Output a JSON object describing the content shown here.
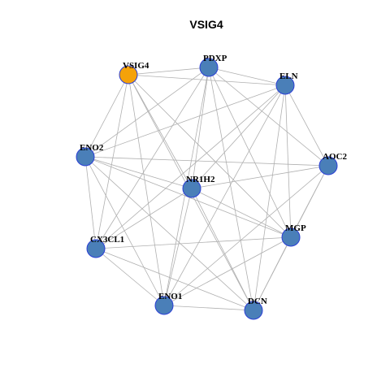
{
  "title": "VSIG4",
  "colors": {
    "highlight_node": "#f5a20a",
    "default_node": "#4a7fb8",
    "node_border": "#2b3fd6",
    "edge": "#b0b0b0"
  },
  "nodes": [
    {
      "id": "VSIG4",
      "label": "VSIG4",
      "highlight": true
    },
    {
      "id": "PDXP",
      "label": "PDXP",
      "highlight": false
    },
    {
      "id": "ELN",
      "label": "ELN",
      "highlight": false
    },
    {
      "id": "AOC2",
      "label": "AOC2",
      "highlight": false
    },
    {
      "id": "MGP",
      "label": "MGP",
      "highlight": false
    },
    {
      "id": "DCN",
      "label": "DCN",
      "highlight": false
    },
    {
      "id": "ENO1",
      "label": "ENO1",
      "highlight": false
    },
    {
      "id": "CX3CL1",
      "label": "CX3CL1",
      "highlight": false
    },
    {
      "id": "ENO2",
      "label": "ENO2",
      "highlight": false
    },
    {
      "id": "NR1H2",
      "label": "NR1H2",
      "highlight": false
    }
  ],
  "edges": [
    [
      "VSIG4",
      "PDXP"
    ],
    [
      "VSIG4",
      "ELN"
    ],
    [
      "VSIG4",
      "ENO2"
    ],
    [
      "VSIG4",
      "NR1H2"
    ],
    [
      "VSIG4",
      "MGP"
    ],
    [
      "VSIG4",
      "DCN"
    ],
    [
      "VSIG4",
      "ENO1"
    ],
    [
      "VSIG4",
      "CX3CL1"
    ],
    [
      "PDXP",
      "ELN"
    ],
    [
      "PDXP",
      "AOC2"
    ],
    [
      "PDXP",
      "ENO2"
    ],
    [
      "PDXP",
      "NR1H2"
    ],
    [
      "PDXP",
      "MGP"
    ],
    [
      "PDXP",
      "DCN"
    ],
    [
      "PDXP",
      "ENO1"
    ],
    [
      "PDXP",
      "CX3CL1"
    ],
    [
      "ELN",
      "AOC2"
    ],
    [
      "ELN",
      "ENO2"
    ],
    [
      "ELN",
      "NR1H2"
    ],
    [
      "ELN",
      "MGP"
    ],
    [
      "ELN",
      "ENO1"
    ],
    [
      "ELN",
      "CX3CL1"
    ],
    [
      "ELN",
      "DCN"
    ],
    [
      "AOC2",
      "ENO2"
    ],
    [
      "AOC2",
      "NR1H2"
    ],
    [
      "AOC2",
      "MGP"
    ],
    [
      "AOC2",
      "DCN"
    ],
    [
      "AOC2",
      "ENO1"
    ],
    [
      "ENO2",
      "NR1H2"
    ],
    [
      "ENO2",
      "CX3CL1"
    ],
    [
      "ENO2",
      "ENO1"
    ],
    [
      "ENO2",
      "MGP"
    ],
    [
      "ENO2",
      "DCN"
    ],
    [
      "NR1H2",
      "CX3CL1"
    ],
    [
      "NR1H2",
      "ENO1"
    ],
    [
      "NR1H2",
      "MGP"
    ],
    [
      "NR1H2",
      "DCN"
    ],
    [
      "CX3CL1",
      "ENO1"
    ],
    [
      "CX3CL1",
      "MGP"
    ],
    [
      "CX3CL1",
      "DCN"
    ],
    [
      "ENO1",
      "DCN"
    ],
    [
      "ENO1",
      "MGP"
    ],
    [
      "MGP",
      "DCN"
    ]
  ]
}
